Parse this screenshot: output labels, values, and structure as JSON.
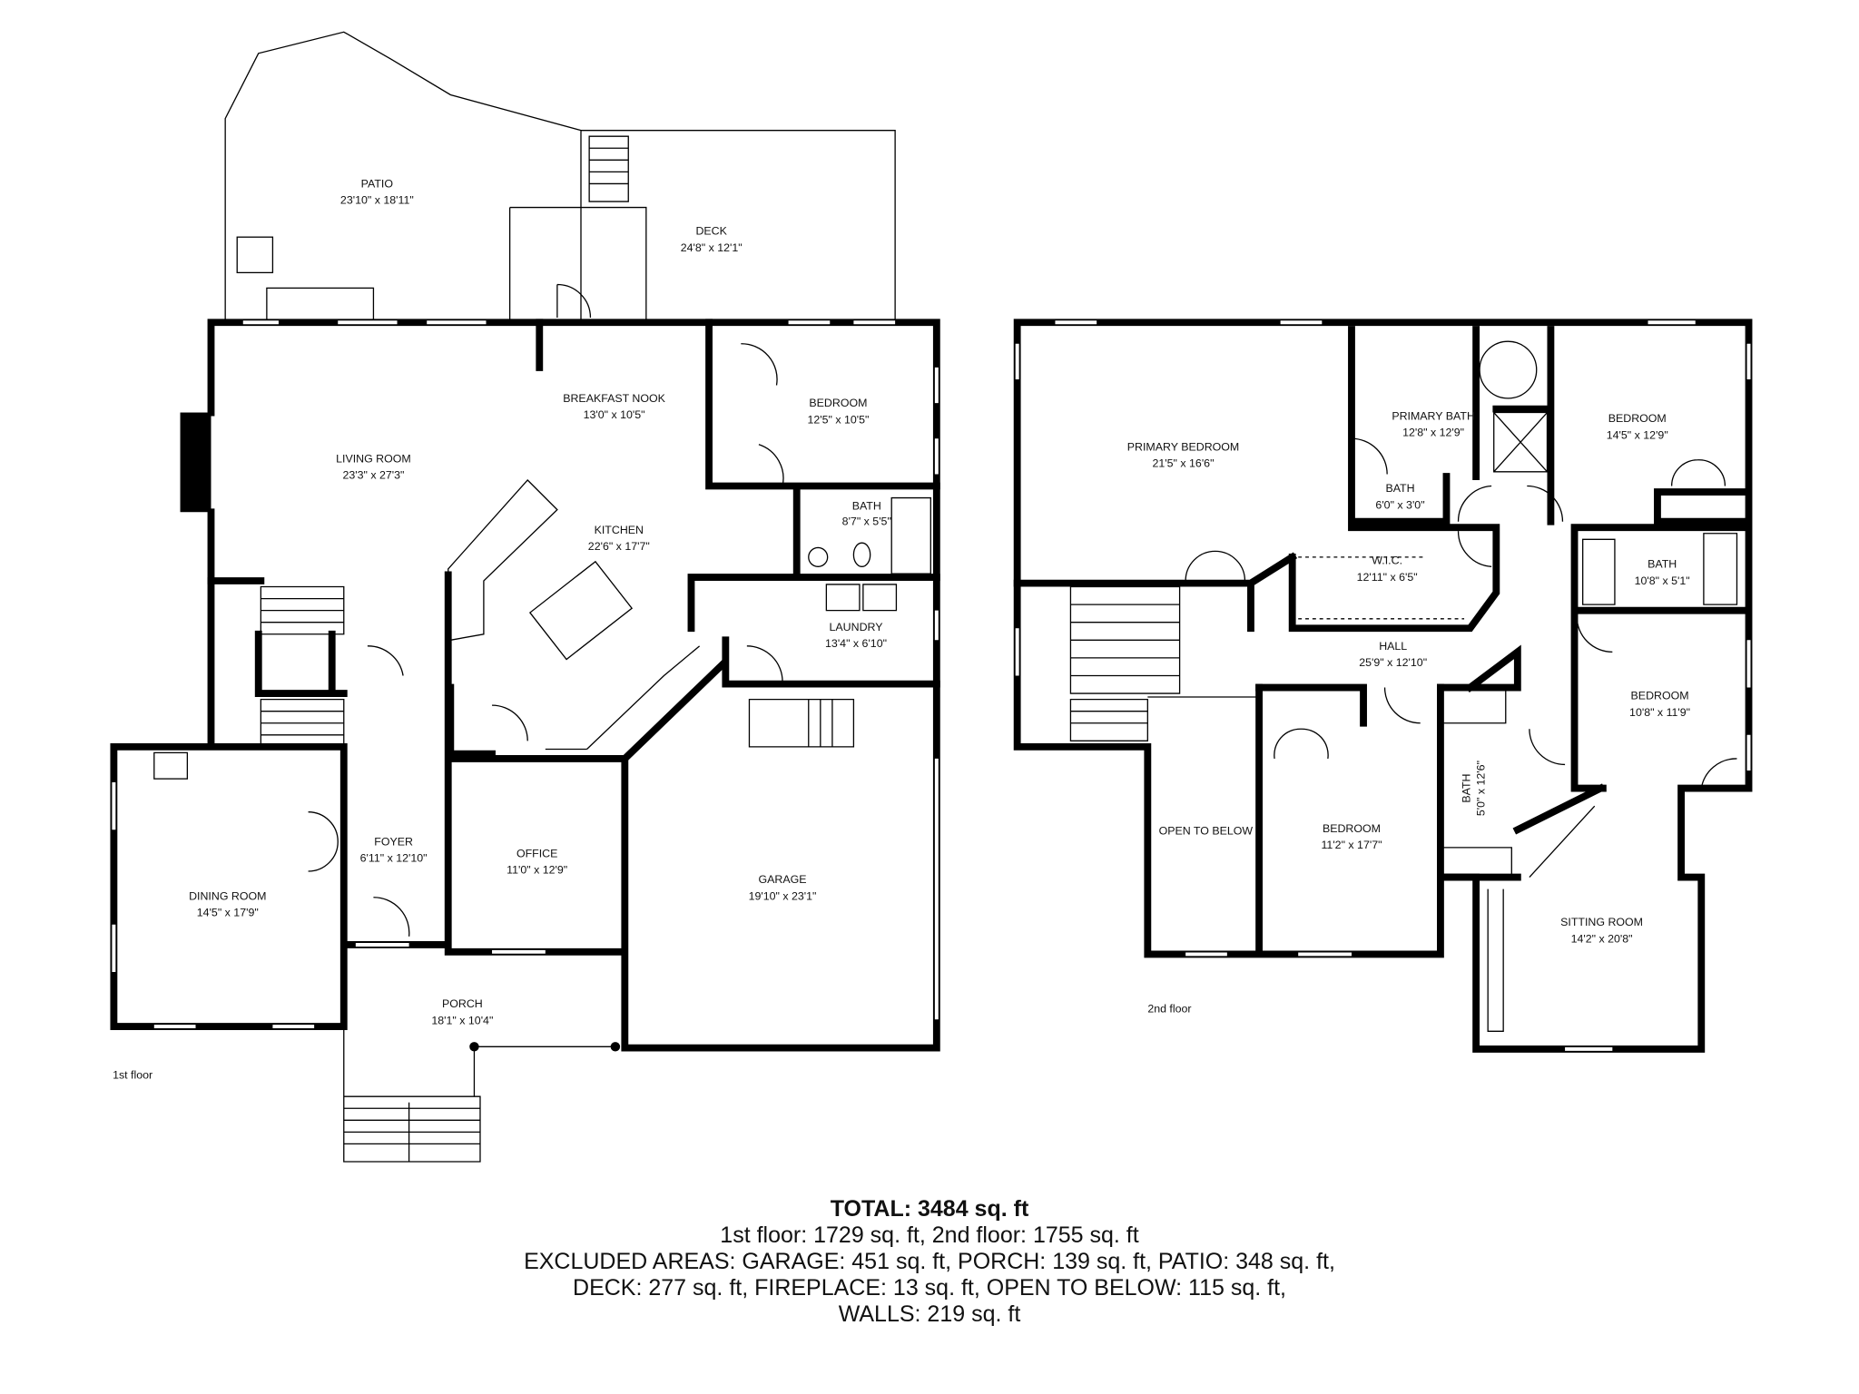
{
  "floor1": {
    "label": "1st floor",
    "rooms": [
      {
        "name": "PATIO",
        "dims": "23'10\" x 18'11\""
      },
      {
        "name": "DECK",
        "dims": "24'8\" x 12'1\""
      },
      {
        "name": "BREAKFAST NOOK",
        "dims": "13'0\" x 10'5\""
      },
      {
        "name": "BEDROOM",
        "dims": "12'5\" x 10'5\""
      },
      {
        "name": "LIVING ROOM",
        "dims": "23'3\" x 27'3\""
      },
      {
        "name": "BATH",
        "dims": "8'7\" x 5'5\""
      },
      {
        "name": "KITCHEN",
        "dims": "22'6\" x 17'7\""
      },
      {
        "name": "LAUNDRY",
        "dims": "13'4\" x 6'10\""
      },
      {
        "name": "FOYER",
        "dims": "6'11\" x 12'10\""
      },
      {
        "name": "OFFICE",
        "dims": "11'0\" x 12'9\""
      },
      {
        "name": "GARAGE",
        "dims": "19'10\" x 23'1\""
      },
      {
        "name": "DINING ROOM",
        "dims": "14'5\" x 17'9\""
      },
      {
        "name": "PORCH",
        "dims": "18'1\" x 10'4\""
      }
    ]
  },
  "floor2": {
    "label": "2nd floor",
    "rooms": [
      {
        "name": "PRIMARY BEDROOM",
        "dims": "21'5\" x 16'6\""
      },
      {
        "name": "PRIMARY BATH",
        "dims": "12'8\" x 12'9\""
      },
      {
        "name": "BEDROOM",
        "dims": "14'5\" x 12'9\""
      },
      {
        "name": "BATH",
        "dims": "6'0\" x 3'0\""
      },
      {
        "name": "W.I.C.",
        "dims": "12'11\" x 6'5\""
      },
      {
        "name": "BATH",
        "dims": "10'8\" x 5'1\""
      },
      {
        "name": "HALL",
        "dims": "25'9\" x 12'10\""
      },
      {
        "name": "BEDROOM",
        "dims": "10'8\" x 11'9\""
      },
      {
        "name": "BATH",
        "dims": "5'0\" x 12'6\""
      },
      {
        "name": "OPEN TO BELOW",
        "dims": ""
      },
      {
        "name": "BEDROOM",
        "dims": "11'2\" x 17'7\""
      },
      {
        "name": "SITTING ROOM",
        "dims": "14'2\" x 20'8\""
      }
    ]
  },
  "summary": {
    "total": "TOTAL: 3484 sq. ft",
    "floors": "1st floor: 1729 sq. ft, 2nd floor: 1755 sq. ft",
    "excluded_1": "EXCLUDED AREAS: GARAGE: 451 sq. ft, PORCH: 139 sq. ft, PATIO: 348 sq. ft,",
    "excluded_2": "DECK: 277 sq. ft, FIREPLACE: 13 sq. ft, OPEN TO BELOW: 115 sq. ft,",
    "excluded_3": "WALLS: 219 sq. ft"
  }
}
